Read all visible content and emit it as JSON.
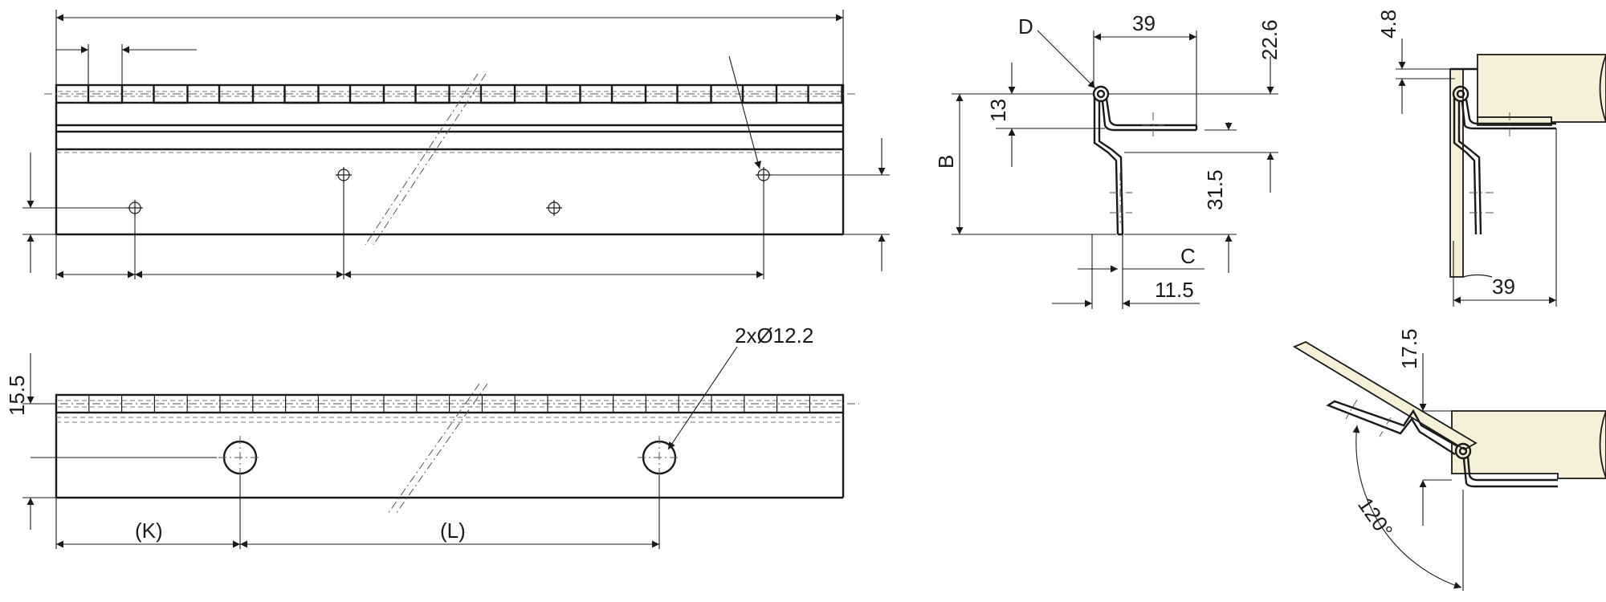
{
  "labels": {
    "dim_39_top": "39",
    "dim_22_6": "22.6",
    "dim_13": "13",
    "dim_31_5": "31.5",
    "dim_11_5": "11.5",
    "label_D": "D",
    "label_B": "B",
    "label_C": "C",
    "dim_4_8": "4.8",
    "dim_39_right": "39",
    "dim_17_5": "17.5",
    "angle_120": "120°",
    "dim_15_5": "15.5",
    "hole_spec": "2xØ12.2",
    "label_K": "(K)",
    "label_L": "(L)"
  }
}
